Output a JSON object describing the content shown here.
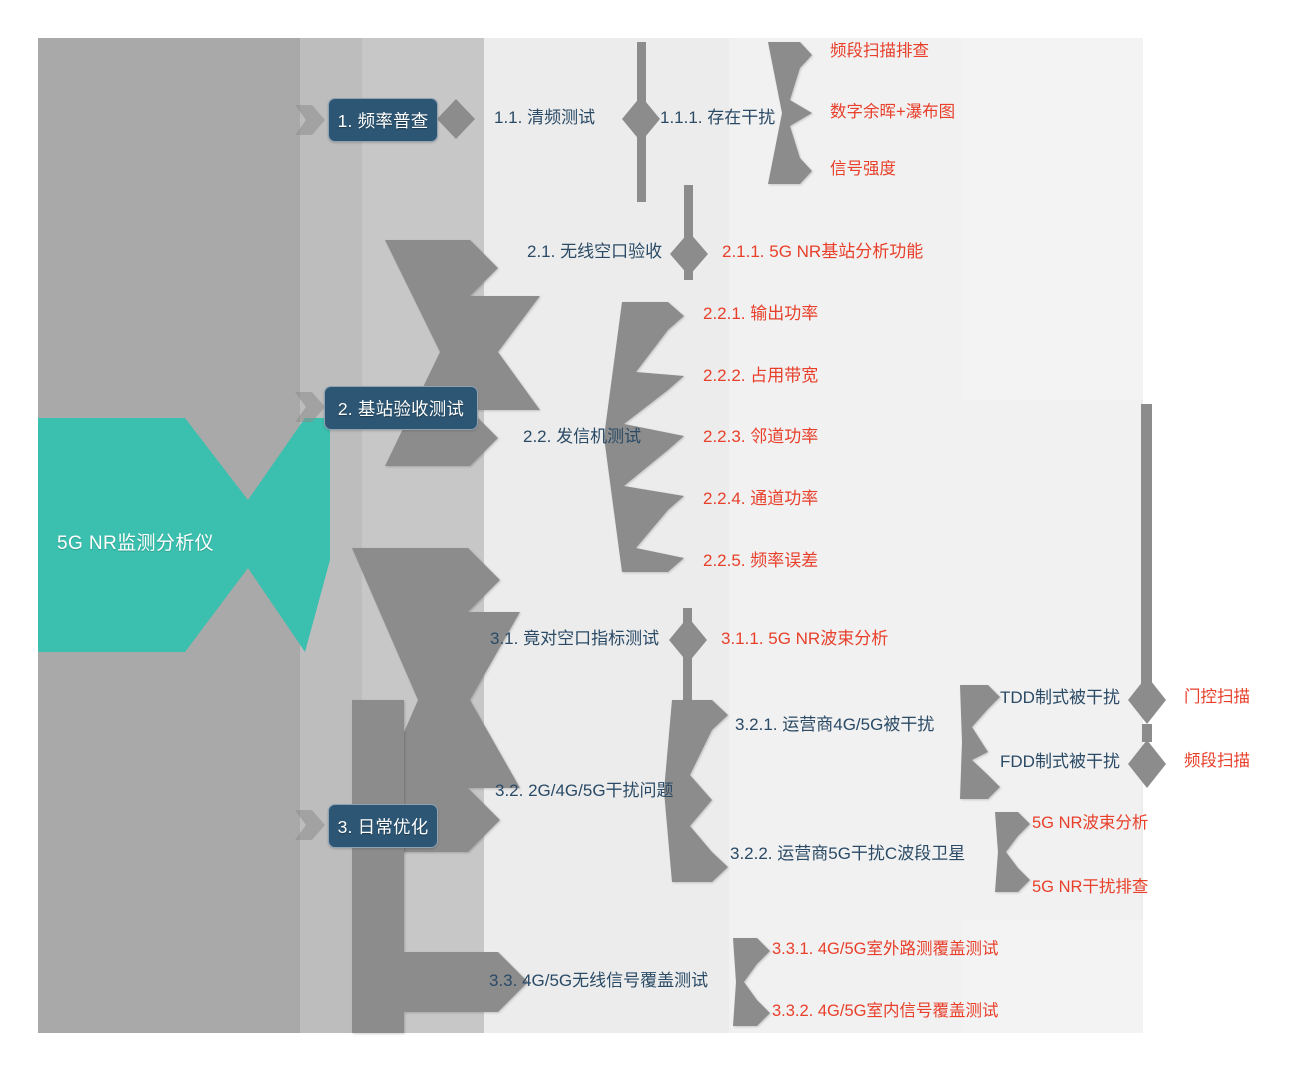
{
  "diagram": {
    "title_node": {
      "label": "5G NR监测分析仪",
      "color": "#3bbfae",
      "text_color": "#ffffff"
    },
    "palette": {
      "level1_box_fill": "#2c5674",
      "level1_box_text": "#ffffff",
      "blue_text": "#2a4a66",
      "red_text": "#e8402b",
      "connector_gray": "#8c8c8c",
      "band_gray_1": "#a9a9a9",
      "band_gray_2": "#bcbcbc",
      "band_gray_3": "#c6c6c6",
      "band_gray_4": "#ededed",
      "band_gray_5": "#f2f2f2",
      "canvas_bg": "#ffffff"
    },
    "branches": [
      {
        "id": "b1",
        "label": "1. 频率普查",
        "children": [
          {
            "id": "1.1",
            "label": "1.1. 清频测试",
            "color": "blue",
            "children": [
              {
                "id": "1.1.1",
                "label": "1.1.1. 存在干扰",
                "color": "blue",
                "children": [
                  {
                    "id": "1.1.1.a",
                    "label": "频段扫描排查",
                    "color": "red"
                  },
                  {
                    "id": "1.1.1.b",
                    "label": "数字余晖+瀑布图",
                    "color": "red"
                  },
                  {
                    "id": "1.1.1.c",
                    "label": "信号强度",
                    "color": "red"
                  }
                ]
              }
            ]
          }
        ]
      },
      {
        "id": "b2",
        "label": "2. 基站验收测试",
        "children": [
          {
            "id": "2.1",
            "label": "2.1. 无线空口验收",
            "color": "blue",
            "children": [
              {
                "id": "2.1.1",
                "label": "2.1.1. 5G NR基站分析功能",
                "color": "red"
              }
            ]
          },
          {
            "id": "2.2",
            "label": "2.2. 发信机测试",
            "color": "blue",
            "children": [
              {
                "id": "2.2.1",
                "label": "2.2.1. 输出功率",
                "color": "red"
              },
              {
                "id": "2.2.2",
                "label": "2.2.2. 占用带宽",
                "color": "red"
              },
              {
                "id": "2.2.3",
                "label": "2.2.3. 邻道功率",
                "color": "red"
              },
              {
                "id": "2.2.4",
                "label": "2.2.4. 通道功率",
                "color": "red"
              },
              {
                "id": "2.2.5",
                "label": "2.2.5. 频率误差",
                "color": "red"
              }
            ]
          }
        ]
      },
      {
        "id": "b3",
        "label": "3. 日常优化",
        "children": [
          {
            "id": "3.1",
            "label": "3.1. 竟对空口指标测试",
            "color": "blue",
            "children": [
              {
                "id": "3.1.1",
                "label": "3.1.1. 5G NR波束分析",
                "color": "red"
              }
            ]
          },
          {
            "id": "3.2",
            "label": "3.2. 2G/4G/5G干扰问题",
            "color": "blue",
            "children": [
              {
                "id": "3.2.1",
                "label": "3.2.1. 运营商4G/5G被干扰",
                "color": "blue",
                "children": [
                  {
                    "id": "3.2.1.a",
                    "label": "TDD制式被干扰",
                    "color": "blue",
                    "children": [
                      {
                        "id": "3.2.1.a.i",
                        "label": "门控扫描",
                        "color": "red"
                      }
                    ]
                  },
                  {
                    "id": "3.2.1.b",
                    "label": "FDD制式被干扰",
                    "color": "blue",
                    "children": [
                      {
                        "id": "3.2.1.b.i",
                        "label": "频段扫描",
                        "color": "red"
                      }
                    ]
                  }
                ]
              },
              {
                "id": "3.2.2",
                "label": "3.2.2. 运营商5G干扰C波段卫星",
                "color": "blue",
                "children": [
                  {
                    "id": "3.2.2.a",
                    "label": "5G NR波束分析",
                    "color": "red"
                  },
                  {
                    "id": "3.2.2.b",
                    "label": "5G NR干扰排查",
                    "color": "red"
                  }
                ]
              }
            ]
          },
          {
            "id": "3.3",
            "label": "3.3. 4G/5G无线信号覆盖测试",
            "color": "blue",
            "children": [
              {
                "id": "3.3.1",
                "label": "3.3.1. 4G/5G室外路测覆盖测试",
                "color": "red"
              },
              {
                "id": "3.3.2",
                "label": "3.3.2. 4G/5G室内信号覆盖测试",
                "color": "red"
              }
            ]
          }
        ]
      }
    ]
  }
}
